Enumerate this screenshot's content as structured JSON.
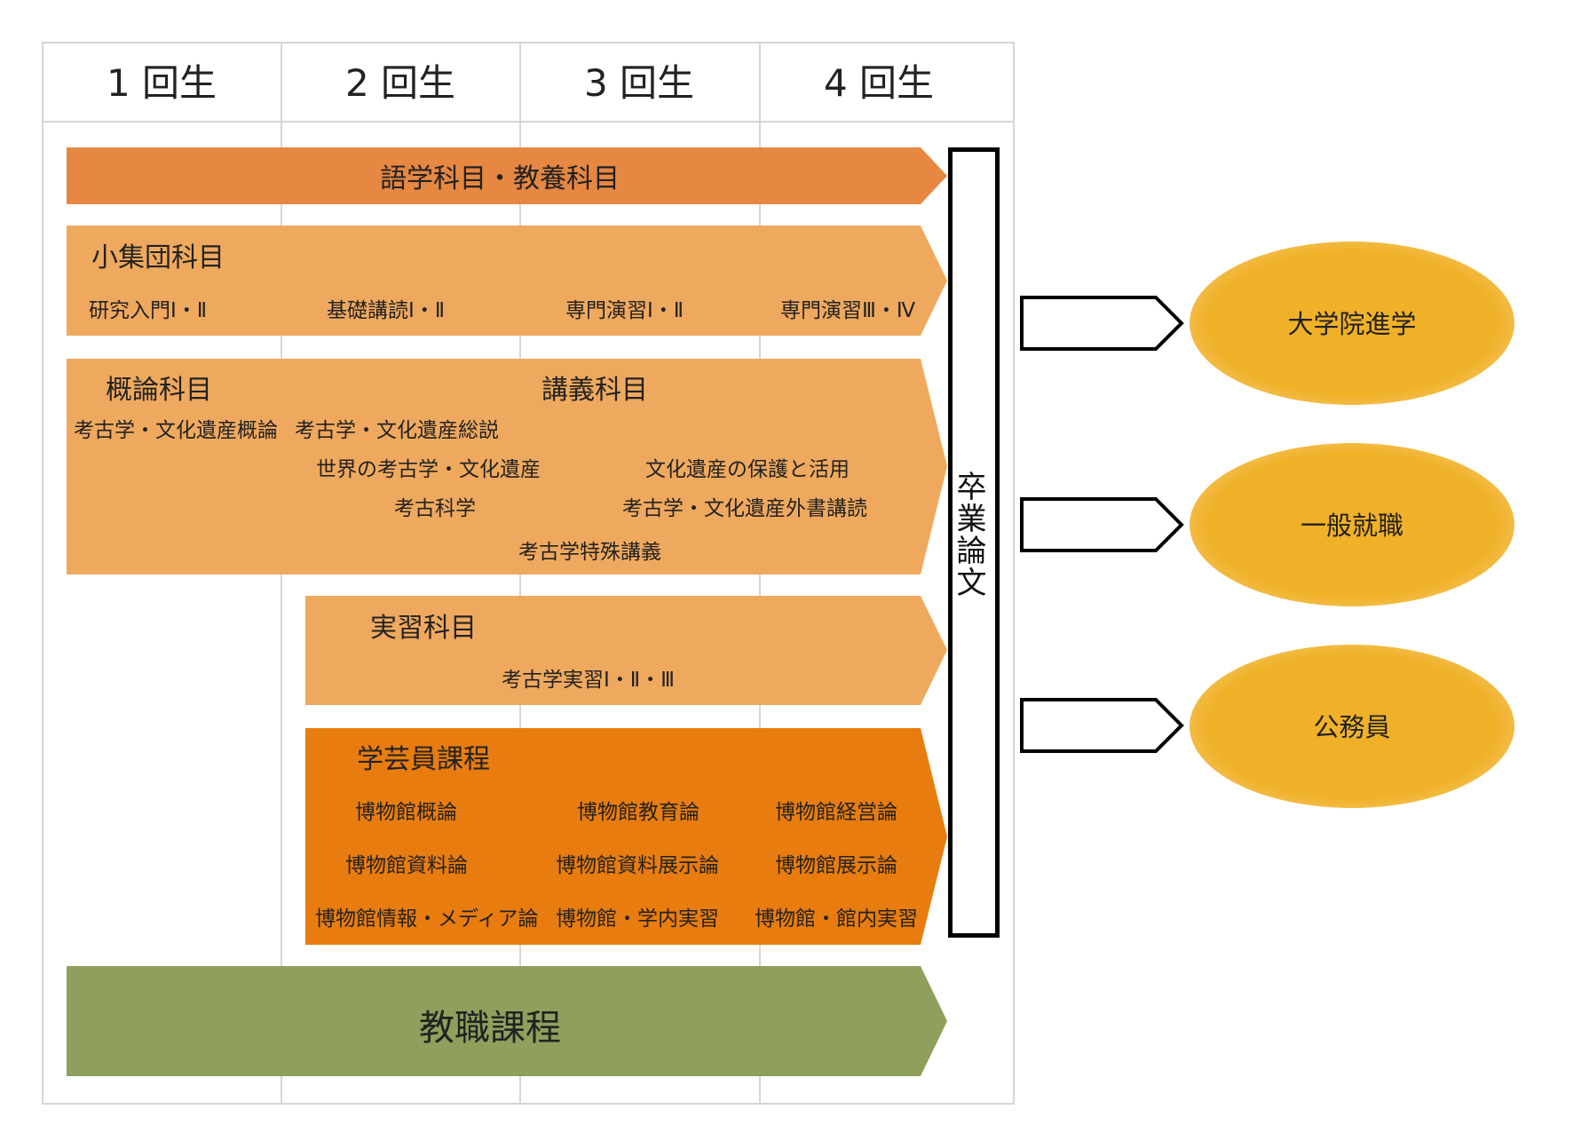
{
  "years": [
    "1 回生",
    "2 回生",
    "3 回生",
    "4 回生"
  ],
  "bands": {
    "general": {
      "title": "語学科目・教養科目"
    },
    "seminar": {
      "title": "小集団科目",
      "items": [
        "研究入門Ⅰ・Ⅱ",
        "基礎講読Ⅰ・Ⅱ",
        "専門演習Ⅰ・Ⅱ",
        "専門演習Ⅲ・Ⅳ"
      ]
    },
    "lecture": {
      "intro_title": "概論科目",
      "title": "講義科目",
      "intro_item": "考古学・文化遺産概論",
      "items": [
        "考古学・文化遺産総説",
        "世界の考古学・文化遺産",
        "文化遺産の保護と活用",
        "考古科学",
        "考古学・文化遺産外書講読",
        "考古学特殊講義"
      ]
    },
    "practice": {
      "title": "実習科目",
      "item": "考古学実習Ⅰ・Ⅱ・Ⅲ"
    },
    "curator": {
      "title": "学芸員課程",
      "items": [
        "博物館概論",
        "博物館教育論",
        "博物館経営論",
        "博物館資料論",
        "博物館資料展示論",
        "博物館展示論",
        "博物館情報・メディア論",
        "博物館・学内実習",
        "博物館・館内実習"
      ]
    },
    "teacher": {
      "title": "教職課程"
    }
  },
  "thesis": {
    "label": "卒業論文"
  },
  "careers": [
    "大学院進学",
    "一般就職",
    "公務員"
  ],
  "colors": {
    "general": "#e68742",
    "light": "#efa95e",
    "curator": "#e87c0e",
    "teacher": "#8ea05c",
    "career": "#f0b128",
    "grid": "#d6d6d6"
  }
}
